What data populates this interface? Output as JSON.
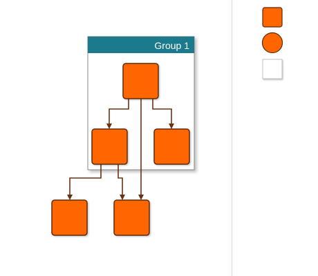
{
  "diagram": {
    "group": {
      "label": "Group 1"
    },
    "colors": {
      "node_fill": "#ff6600",
      "node_stroke": "#5b2a0c",
      "edge": "#6a3210",
      "group_header": "#1b7a8c",
      "group_border": "#888888",
      "palette_stroke": "#c2c2c2"
    },
    "nodes": [
      {
        "id": "n1"
      },
      {
        "id": "n2"
      },
      {
        "id": "n3"
      },
      {
        "id": "n4"
      },
      {
        "id": "n5"
      }
    ],
    "edges": [
      {
        "from": "n1",
        "to": "n2"
      },
      {
        "from": "n1",
        "to": "n3"
      },
      {
        "from": "n1",
        "to": "n5"
      },
      {
        "from": "n2",
        "to": "n4"
      },
      {
        "from": "n2",
        "to": "n5"
      }
    ]
  },
  "palette": {
    "items": [
      {
        "shape": "rounded-square-icon"
      },
      {
        "shape": "circle-icon"
      },
      {
        "shape": "blank-square-icon"
      }
    ]
  }
}
